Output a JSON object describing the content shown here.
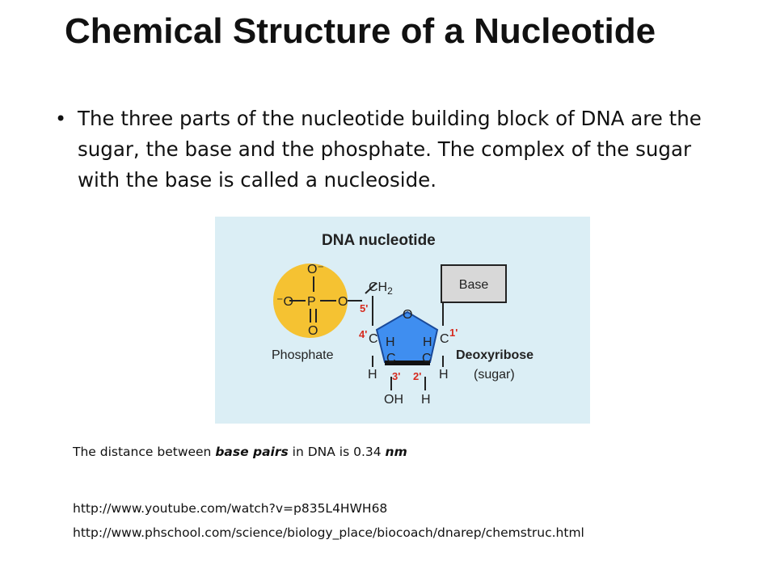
{
  "slide": {
    "title": "Chemical Structure of a Nucleotide",
    "bullet": "The three parts of the nucleotide building block of DNA are the sugar, the base and the phosphate. The complex of the sugar with the base is called a nucleoside."
  },
  "figure": {
    "heading": "DNA nucleotide",
    "base_label": "Base",
    "phosphate_label": "Phosphate",
    "sugar_label": "Deoxyribose",
    "sugar_sub": "(sugar)",
    "atoms": {
      "O_top": "O⁻",
      "O_left": "⁻O",
      "P": "P",
      "O_right": "O",
      "O_bottom": "O",
      "ch2": "CH",
      "ch2_sub": "2",
      "ring_O": "O",
      "C": "C",
      "H": "H",
      "OH": "OH"
    },
    "positions": {
      "p5": "5'",
      "p4": "4'",
      "p3": "3'",
      "p2": "2'",
      "p1": "1'"
    },
    "colors": {
      "panel": "#dbeef5",
      "phosphate": "#f5c232",
      "sugar": "#3f8ef0",
      "base_box": "#d8d8d8",
      "position_labels": "#d62a1e"
    }
  },
  "caption": {
    "pre": "The distance between ",
    "emphasis": "base pairs",
    "mid": " in DNA is 0.34 ",
    "unit": "nm"
  },
  "links": [
    "http://www.youtube.com/watch?v=p835L4HWH68",
    "http://www.phschool.com/science/biology_place/biocoach/dnarep/chemstruc.html"
  ]
}
